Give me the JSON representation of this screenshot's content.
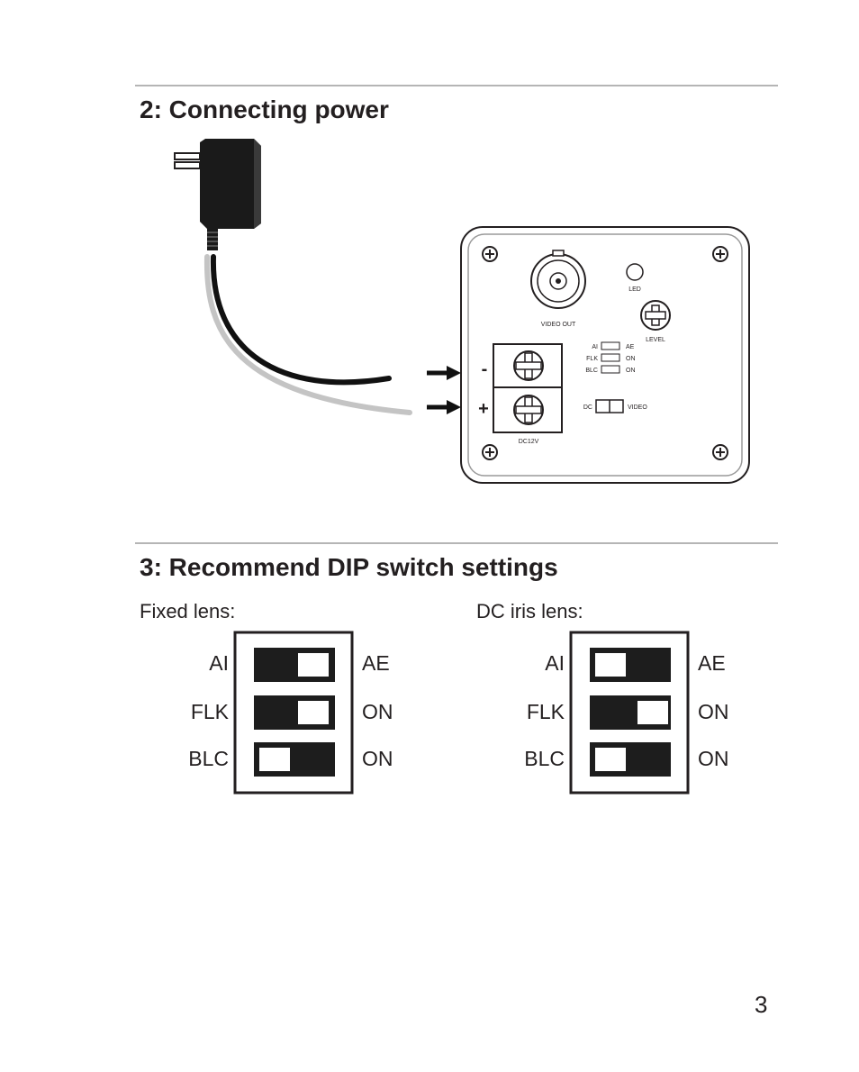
{
  "section2": {
    "heading": "2: Connecting power",
    "figure": {
      "labels": {
        "video_out": "VIDEO OUT",
        "led": "LED",
        "level": "LEVEL",
        "dc12v": "DC12V",
        "minus": "-",
        "plus": "+",
        "ai": "AI",
        "ae": "AE",
        "flk": "FLK",
        "blc": "BLC",
        "on1": "ON",
        "on2": "ON",
        "dc": "DC",
        "video": "VIDEO"
      }
    }
  },
  "section3": {
    "heading": "3: Recommend DIP switch settings",
    "fixed": {
      "label": "Fixed lens:",
      "rows": [
        {
          "left": "AI",
          "right": "AE",
          "knob": "right"
        },
        {
          "left": "FLK",
          "right": "ON",
          "knob": "right"
        },
        {
          "left": "BLC",
          "right": "ON",
          "knob": "left"
        }
      ]
    },
    "dc": {
      "label": "DC iris lens:",
      "rows": [
        {
          "left": "AI",
          "right": "AE",
          "knob": "left"
        },
        {
          "left": "FLK",
          "right": "ON",
          "knob": "right"
        },
        {
          "left": "BLC",
          "right": "ON",
          "knob": "left"
        }
      ]
    }
  },
  "page_number": "3"
}
